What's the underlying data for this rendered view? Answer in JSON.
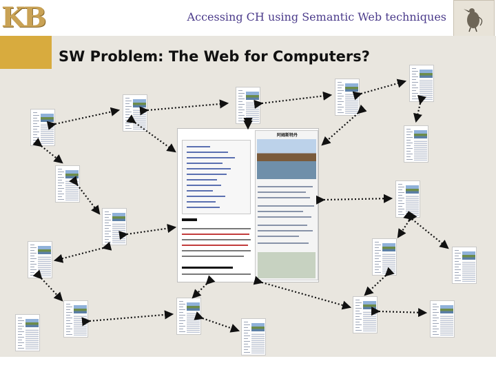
{
  "header": {
    "logo_text": "KB",
    "deck_title": "Accessing CH using Semantic Web techniques",
    "crest_icon": "heraldic-bird-icon"
  },
  "slide": {
    "title": "SW Problem: The Web for Computers?"
  },
  "colors": {
    "accent": "#d8ab3e",
    "background": "#e9e6df",
    "title_text": "#111111",
    "header_text": "#4a3a8a",
    "arrow": "#111111"
  },
  "central_page": {
    "infobox_title": "阿姆斯特丹"
  }
}
